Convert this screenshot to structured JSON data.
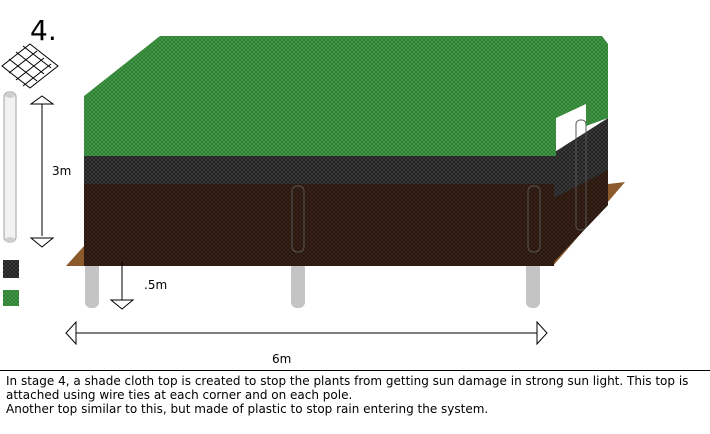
{
  "stage_label": "4.",
  "dimensions": {
    "height_label": "3m",
    "ground_label": ".5m",
    "length_label": "6m"
  },
  "caption": {
    "paragraph1": "In stage 4, a shade cloth top is created to stop the plants from getting sun damage in strong sun light. This top is attached using wire ties at each corner and on each pole.",
    "paragraph2": "Another top similar to this, but made of plastic to stop rain entering the system."
  },
  "legend": {
    "items": [
      {
        "icon": "wire-mesh-icon"
      },
      {
        "icon": "pole-icon"
      },
      {
        "icon": "black-mesh-swatch",
        "color": "#3a3a3a"
      },
      {
        "icon": "green-shade-cloth-swatch",
        "color": "#3f9a44"
      }
    ]
  },
  "colors": {
    "shade_cloth": "#3f9a44",
    "mesh": "#2f2f2f",
    "soil": "#3b2418",
    "pole": "#c4c4c4",
    "ground": "#8b5a2b"
  }
}
